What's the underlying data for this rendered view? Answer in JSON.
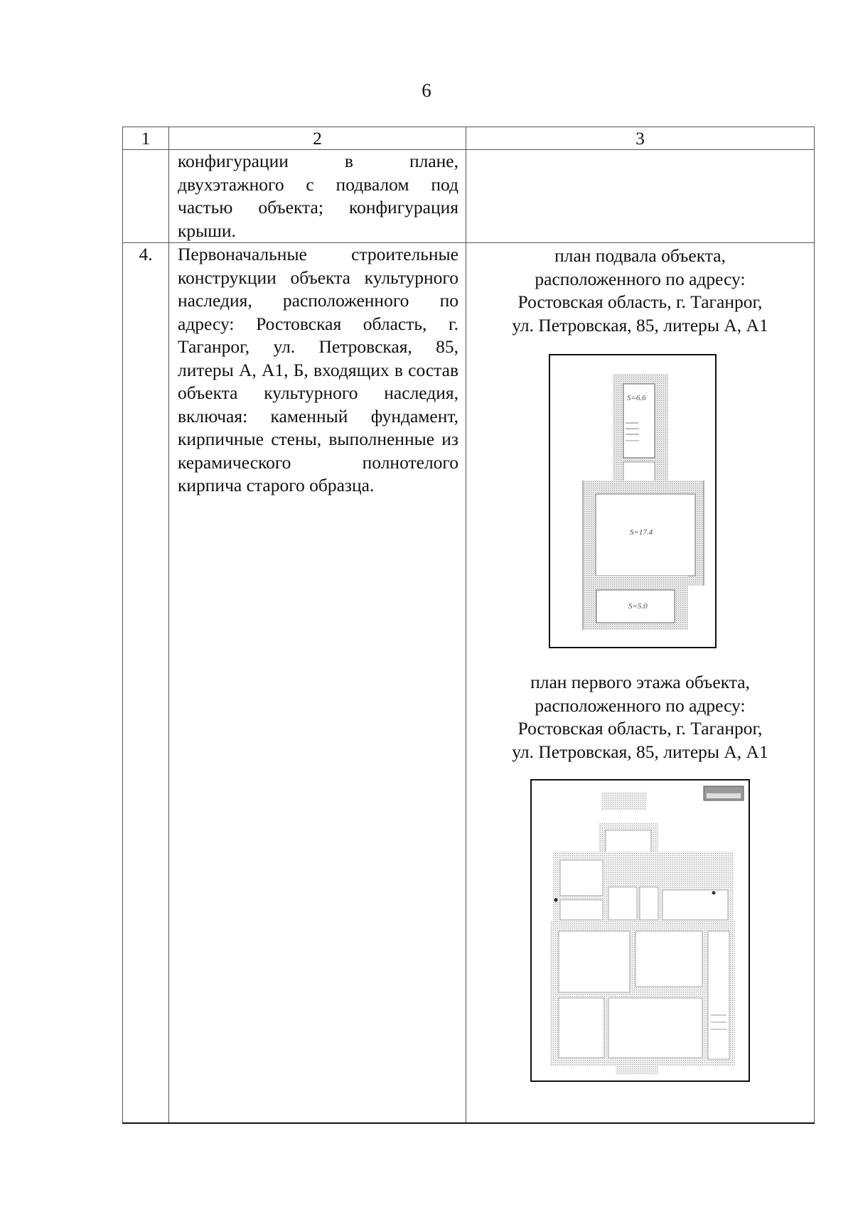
{
  "page": {
    "number": "6"
  },
  "table": {
    "headers": [
      "1",
      "2",
      "3"
    ],
    "rows": [
      {
        "num": "",
        "description": "конфигурации в плане, двухэтажного с подвалом под частью объекта; конфигурация крыши.",
        "illustrations": []
      },
      {
        "num": "4.",
        "description": "Первоначальные строительные конструкции объекта культурного наследия, расположенного по адресу: Ростовская область, г. Таганрог, ул. Петровская, 85, литеры А, А1, Б, входящих в состав объекта культурного наследия, включая: каменный фундамент, кирпичные стены, выполненные из керамического полнотелого кирпича старого образца.",
        "illustrations": [
          {
            "caption_lines": [
              "план подвала объекта,",
              "расположенного по адресу:",
              "Ростовская область, г. Таганрог,",
              "ул. Петровская, 85, литеры А, А1"
            ],
            "image": "basement-floor-plan",
            "labels": [
              "S=6.6",
              "S=17.4",
              "S=5.0"
            ]
          },
          {
            "caption_lines": [
              "план первого этажа объекта,",
              "расположенного по адресу:",
              "Ростовская область, г. Таганрог,",
              "ул. Петровская, 85, литеры А, А1"
            ],
            "image": "first-floor-plan"
          }
        ]
      }
    ]
  }
}
